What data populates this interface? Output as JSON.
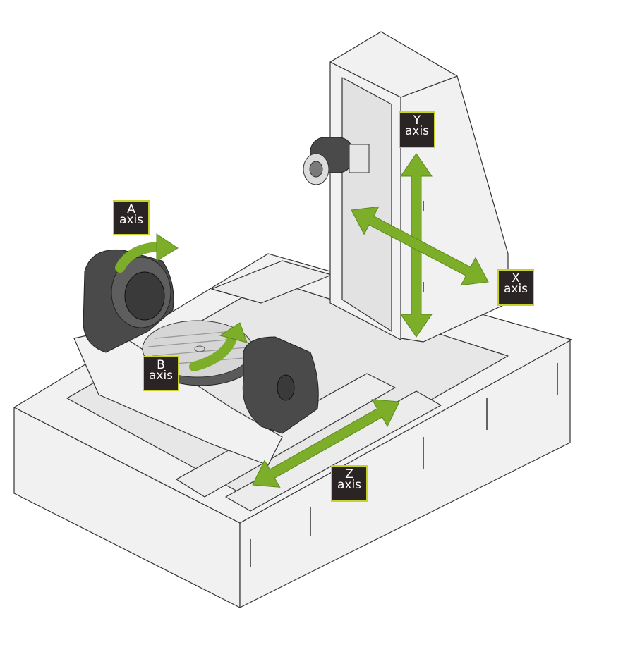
{
  "diagram": {
    "colors": {
      "arrow": "#7cae2a",
      "arrow_edge": "#5d8a1c",
      "label_bg": "#2b2424",
      "label_border": "#c9d22a",
      "machine_fill": "#f1f1f1",
      "machine_stroke": "#333333",
      "rotary_dark": "#4a4a4a"
    },
    "axes": {
      "a": {
        "letter": "A",
        "word": "axis"
      },
      "b": {
        "letter": "B",
        "word": "axis"
      },
      "x": {
        "letter": "X",
        "word": "axis"
      },
      "y": {
        "letter": "Y",
        "word": "axis"
      },
      "z": {
        "letter": "Z",
        "word": "axis"
      }
    }
  }
}
